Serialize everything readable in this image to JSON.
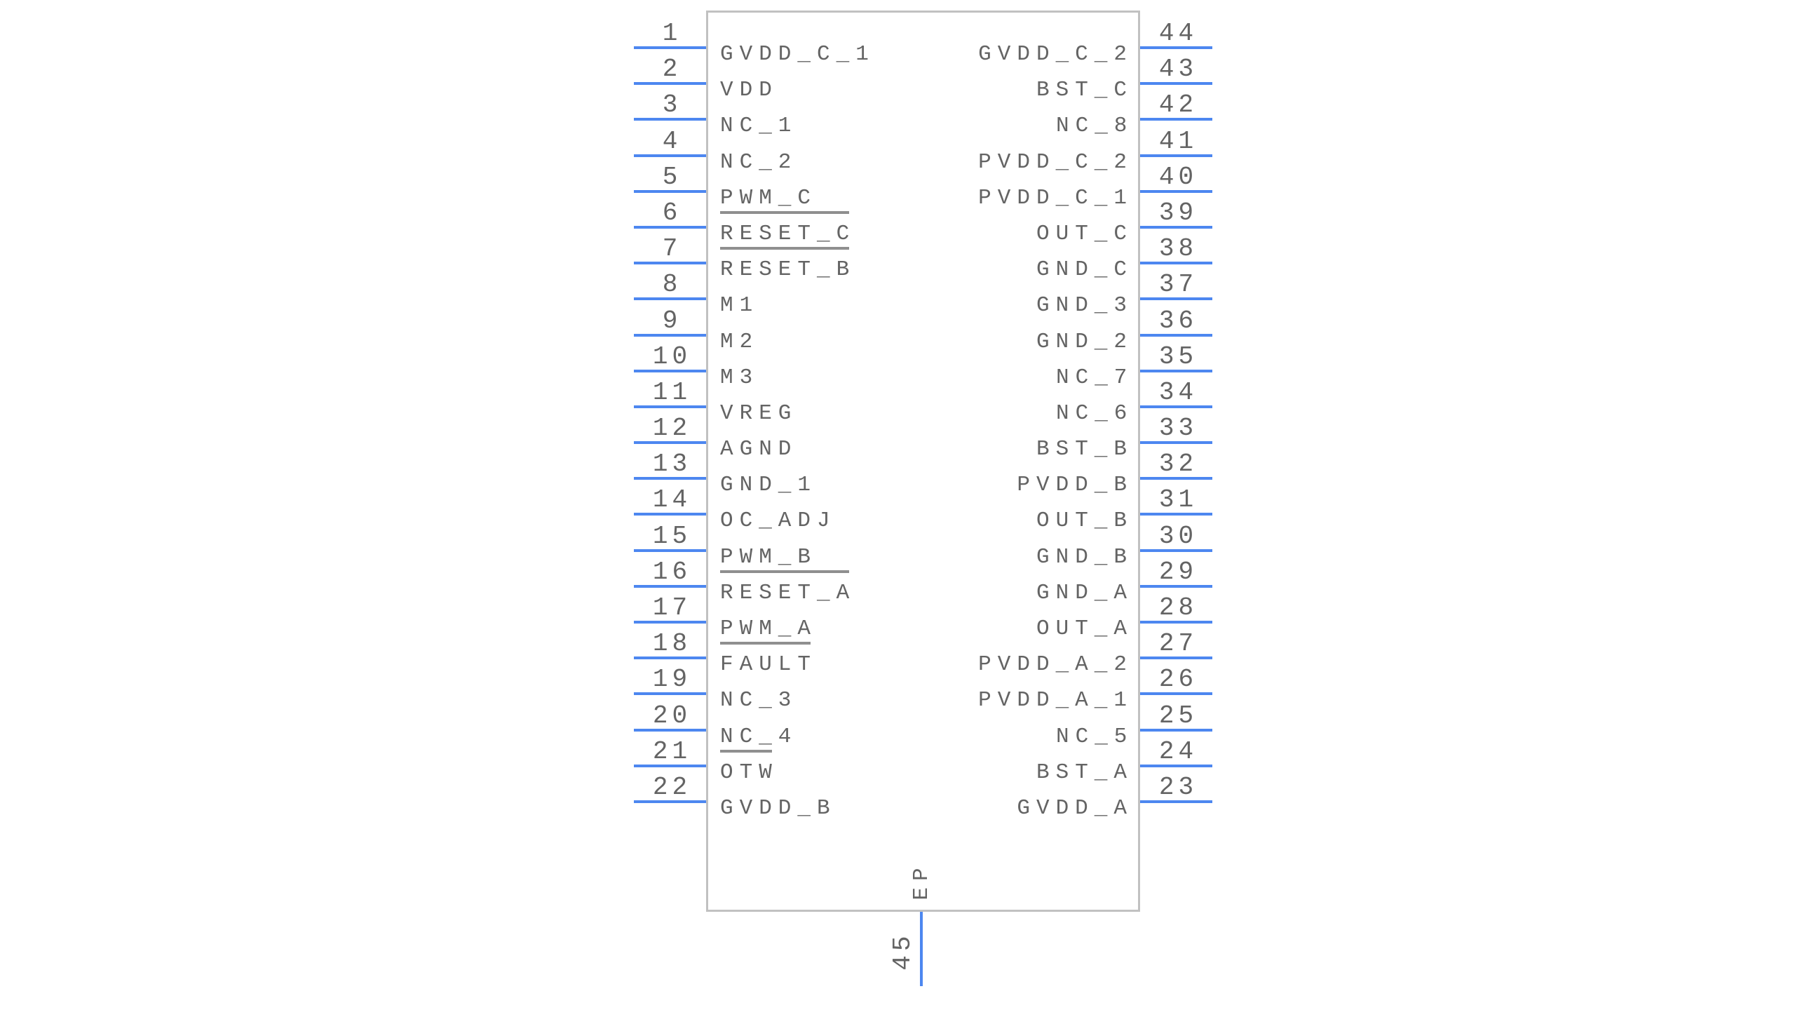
{
  "symbol": {
    "left_pins": [
      {
        "number": "1",
        "label": "GVDD_C_1",
        "overbar": false
      },
      {
        "number": "2",
        "label": "VDD",
        "overbar": false
      },
      {
        "number": "3",
        "label": "NC_1",
        "overbar": false
      },
      {
        "number": "4",
        "label": "NC_2",
        "overbar": false
      },
      {
        "number": "5",
        "label": "PWM_C",
        "overbar": false
      },
      {
        "number": "6",
        "label": "RESET_C",
        "overbar": true
      },
      {
        "number": "7",
        "label": "RESET_B",
        "overbar": true
      },
      {
        "number": "8",
        "label": "M1",
        "overbar": false
      },
      {
        "number": "9",
        "label": "M2",
        "overbar": false
      },
      {
        "number": "10",
        "label": "M3",
        "overbar": false
      },
      {
        "number": "11",
        "label": "VREG",
        "overbar": false
      },
      {
        "number": "12",
        "label": "AGND",
        "overbar": false
      },
      {
        "number": "13",
        "label": "GND_1",
        "overbar": false
      },
      {
        "number": "14",
        "label": "OC_ADJ",
        "overbar": false
      },
      {
        "number": "15",
        "label": "PWM_B",
        "overbar": false
      },
      {
        "number": "16",
        "label": "RESET_A",
        "overbar": true
      },
      {
        "number": "17",
        "label": "PWM_A",
        "overbar": false
      },
      {
        "number": "18",
        "label": "FAULT",
        "overbar": true
      },
      {
        "number": "19",
        "label": "NC_3",
        "overbar": false
      },
      {
        "number": "20",
        "label": "NC_4",
        "overbar": false
      },
      {
        "number": "21",
        "label": "OTW",
        "overbar": true
      },
      {
        "number": "22",
        "label": "GVDD_B",
        "overbar": false
      }
    ],
    "right_pins": [
      {
        "number": "44",
        "label": "GVDD_C_2",
        "overbar": false
      },
      {
        "number": "43",
        "label": "BST_C",
        "overbar": false
      },
      {
        "number": "42",
        "label": "NC_8",
        "overbar": false
      },
      {
        "number": "41",
        "label": "PVDD_C_2",
        "overbar": false
      },
      {
        "number": "40",
        "label": "PVDD_C_1",
        "overbar": false
      },
      {
        "number": "39",
        "label": "OUT_C",
        "overbar": false
      },
      {
        "number": "38",
        "label": "GND_C",
        "overbar": false
      },
      {
        "number": "37",
        "label": "GND_3",
        "overbar": false
      },
      {
        "number": "36",
        "label": "GND_2",
        "overbar": false
      },
      {
        "number": "35",
        "label": "NC_7",
        "overbar": false
      },
      {
        "number": "34",
        "label": "NC_6",
        "overbar": false
      },
      {
        "number": "33",
        "label": "BST_B",
        "overbar": false
      },
      {
        "number": "32",
        "label": "PVDD_B",
        "overbar": false
      },
      {
        "number": "31",
        "label": "OUT_B",
        "overbar": false
      },
      {
        "number": "30",
        "label": "GND_B",
        "overbar": false
      },
      {
        "number": "29",
        "label": "GND_A",
        "overbar": false
      },
      {
        "number": "28",
        "label": "OUT_A",
        "overbar": false
      },
      {
        "number": "27",
        "label": "PVDD_A_2",
        "overbar": false
      },
      {
        "number": "26",
        "label": "PVDD_A_1",
        "overbar": false
      },
      {
        "number": "25",
        "label": "NC_5",
        "overbar": false
      },
      {
        "number": "24",
        "label": "BST_A",
        "overbar": false
      },
      {
        "number": "23",
        "label": "GVDD_A",
        "overbar": false
      }
    ],
    "bottom_pin": {
      "number": "45",
      "label": "EP"
    },
    "colors": {
      "pin_line": "#4d87f0",
      "body_outline": "#c1c1c1",
      "text": "#646464",
      "overbar": "#8f8f8f",
      "background": "#ffffff"
    }
  }
}
